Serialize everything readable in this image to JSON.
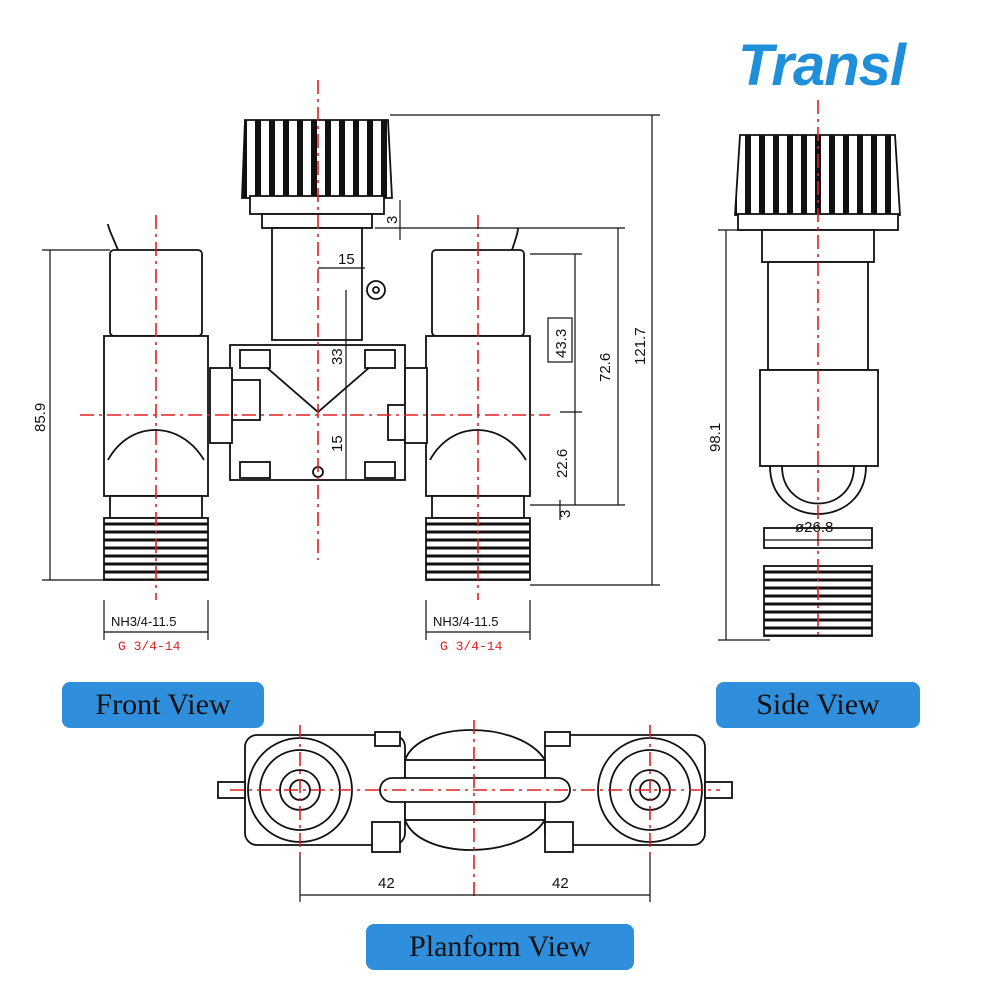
{
  "brand": {
    "logo_text": "Transl",
    "color": "#1e8fd8"
  },
  "views": {
    "front": "Front View",
    "side": "Side View",
    "planform": "Planform View"
  },
  "colors": {
    "pill": "#2f8fdc",
    "centerline": "#e02020",
    "line": "#111111"
  },
  "dimensions": {
    "front": {
      "overall_height": "121.7",
      "upper_height": "72.6",
      "coil_height": "43.3",
      "lower_height": "22.6",
      "gap_top": "3",
      "gap_bottom": "3",
      "center_15_upper": "15",
      "center_33": "33",
      "center_15_lower": "15",
      "left_height": "85.9",
      "thread_left_nh": "NH3/4-11.5",
      "thread_left_g": "G 3/4-14",
      "thread_right_nh": "NH3/4-11.5",
      "thread_right_g": "G 3/4-14"
    },
    "side": {
      "height": "98.1",
      "diameter": "ø26.8"
    },
    "planform": {
      "left_spacing": "42",
      "right_spacing": "42"
    }
  }
}
